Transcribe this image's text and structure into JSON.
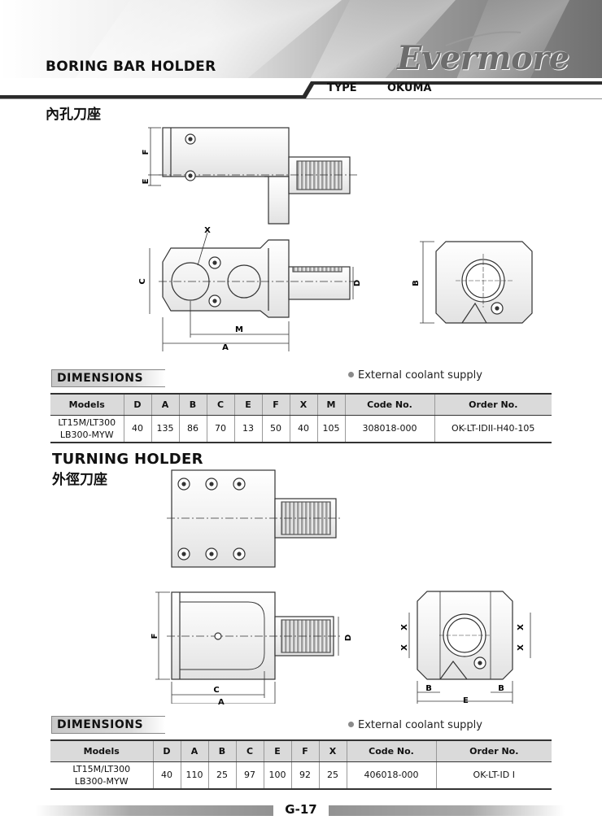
{
  "header": {
    "title_en": "BORING BAR HOLDER",
    "logo_text": "Evermore",
    "type_label": "TYPE",
    "type_value": "OKUMA"
  },
  "section1": {
    "title_cn": "內孔刀座",
    "drawing_labels": {
      "F": "F",
      "E": "E",
      "X": "X",
      "C": "C",
      "D": "D",
      "B": "B",
      "M": "M",
      "A": "A"
    },
    "dimensions_label": "DIMENSIONS",
    "coolant_note": "External coolant supply",
    "table": {
      "headers": [
        "Models",
        "D",
        "A",
        "B",
        "C",
        "E",
        "F",
        "X",
        "M",
        "Code No.",
        "Order No."
      ],
      "row": {
        "model_line1": "LT15M/LT300",
        "model_line2": "LB300-MYW",
        "D": "40",
        "A": "135",
        "B": "86",
        "C": "70",
        "E": "13",
        "F": "50",
        "X": "40",
        "M": "105",
        "code": "308018-000",
        "order": "OK-LT-IDII-H40-105"
      }
    }
  },
  "section2": {
    "title_en": "TURNING HOLDER",
    "title_cn": "外徑刀座",
    "drawing_labels": {
      "F": "F",
      "D": "D",
      "C": "C",
      "A": "A",
      "X": "X",
      "B": "B",
      "E": "E"
    },
    "dimensions_label": "DIMENSIONS",
    "coolant_note": "External coolant supply",
    "table": {
      "headers": [
        "Models",
        "D",
        "A",
        "B",
        "C",
        "E",
        "F",
        "X",
        "Code No.",
        "Order No."
      ],
      "row": {
        "model_line1": "LT15M/LT300",
        "model_line2": "LB300-MYW",
        "D": "40",
        "A": "110",
        "B": "25",
        "C": "97",
        "E": "100",
        "F": "92",
        "X": "25",
        "code": "406018-000",
        "order": "OK-LT-ID I"
      }
    }
  },
  "footer": {
    "page": "G-17"
  },
  "colors": {
    "accent_gray": "#8e8e8e",
    "header_cell": "#dadada",
    "ink": "#111111"
  }
}
